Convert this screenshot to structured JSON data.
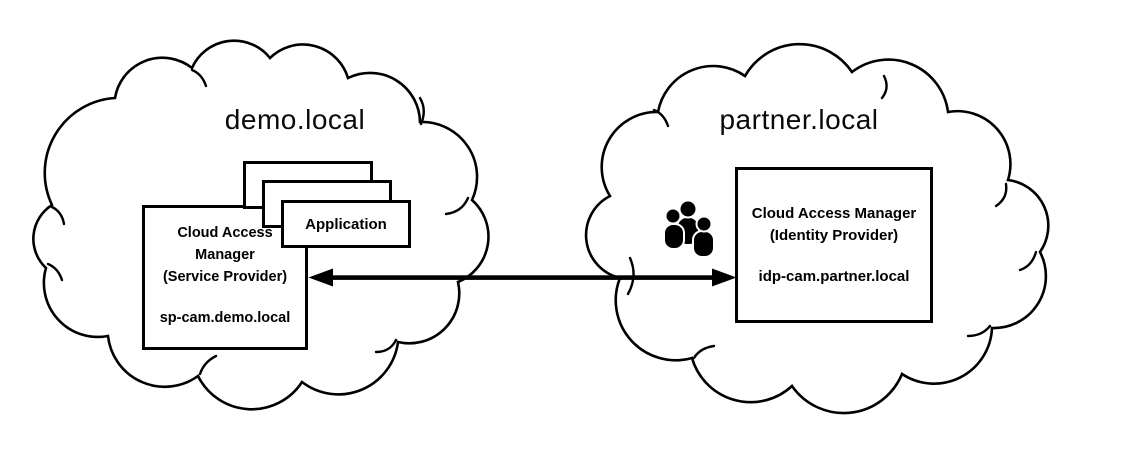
{
  "colors": {
    "background": "#ffffff",
    "ink": "#000000"
  },
  "left_cloud": {
    "title": "demo.local",
    "service_provider_box": {
      "line1": "Cloud Access",
      "line2": "Manager",
      "line3": "(Service Provider)",
      "hostname": "sp-cam.demo.local"
    },
    "application_stack": {
      "label": "Application",
      "stack_count": 3
    }
  },
  "right_cloud": {
    "title": "partner.local",
    "identity_provider_box": {
      "line1": "Cloud Access Manager",
      "line2": "(Identity Provider)",
      "hostname": "idp-cam.partner.local"
    },
    "users_icon": "users-group-icon"
  },
  "connection": {
    "style": "double-headed-arrow",
    "between": [
      "sp-cam.demo.local",
      "idp-cam.partner.local"
    ]
  }
}
